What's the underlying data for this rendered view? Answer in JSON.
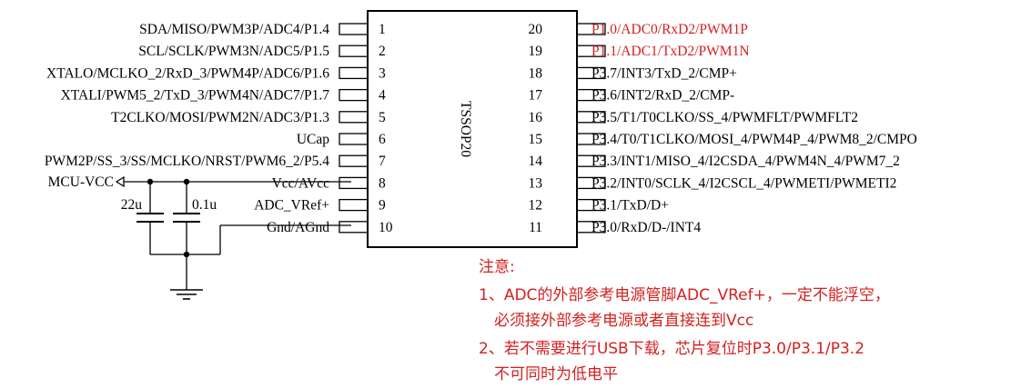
{
  "chip": {
    "package": "TSSOP20",
    "left_pins": [
      {
        "num": "1",
        "label": "SDA/MISO/PWM3P/ADC4/P1.4"
      },
      {
        "num": "2",
        "label": "SCL/SCLK/PWM3N/ADC5/P1.5"
      },
      {
        "num": "3",
        "label": "XTALO/MCLKO_2/RxD_3/PWM4P/ADC6/P1.6"
      },
      {
        "num": "4",
        "label": "XTALI/PWM5_2/TxD_3/PWM4N/ADC7/P1.7"
      },
      {
        "num": "5",
        "label": "T2CLKO/MOSI/PWM2N/ADC3/P1.3"
      },
      {
        "num": "6",
        "label": "UCap"
      },
      {
        "num": "7",
        "label": "PWM2P/SS_3/SS/MCLKO/NRST/PWM6_2/P5.4"
      },
      {
        "num": "8",
        "label": "Vcc/AVcc"
      },
      {
        "num": "9",
        "label": "ADC_VRef+"
      },
      {
        "num": "10",
        "label": "Gnd/AGnd"
      }
    ],
    "right_pins": [
      {
        "num": "20",
        "label": "P1.0/ADC0/RxD2/PWM1P",
        "highlight": true
      },
      {
        "num": "19",
        "label": "P1.1/ADC1/TxD2/PWM1N",
        "highlight": true
      },
      {
        "num": "18",
        "label": "P3.7/INT3/TxD_2/CMP+",
        "highlight": false
      },
      {
        "num": "17",
        "label": "P3.6/INT2/RxD_2/CMP-",
        "highlight": false
      },
      {
        "num": "16",
        "label": "P3.5/T1/T0CLKO/SS_4/PWMFLT/PWMFLT2",
        "highlight": false
      },
      {
        "num": "15",
        "label": "P3.4/T0/T1CLKO/MOSI_4/PWM4P_4/PWM8_2/CMPO",
        "highlight": false
      },
      {
        "num": "14",
        "label": "P3.3/INT1/MISO_4/I2CSDA_4/PWM4N_4/PWM7_2",
        "highlight": false
      },
      {
        "num": "13",
        "label": "P3.2/INT0/SCLK_4/I2CSCL_4/PWMETI/PWMETI2",
        "highlight": false
      },
      {
        "num": "12",
        "label": "P3.1/TxD/D+",
        "highlight": false
      },
      {
        "num": "11",
        "label": "P3.0/RxD/D-/INT4",
        "highlight": false
      }
    ]
  },
  "circuit": {
    "supply_label": "MCU-VCC",
    "capacitors": [
      {
        "value": "22u"
      },
      {
        "value": "0.1u"
      }
    ]
  },
  "notes": {
    "title": "注意:",
    "lines": [
      "1、ADC的外部参考电源管脚ADC_VRef+，一定不能浮空，",
      "必须接外部参考电源或者直接连到Vcc",
      "2、若不需要进行USB下载，芯片复位时P3.0/P3.1/P3.2",
      "不可同时为低电平"
    ]
  },
  "colors": {
    "line": "#000000",
    "highlight": "#d42020",
    "note": "#d42020"
  }
}
